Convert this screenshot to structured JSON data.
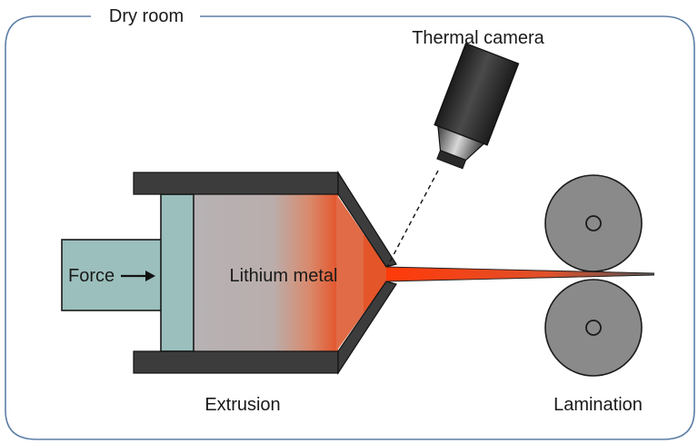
{
  "diagram": {
    "frame_label": "Dry room",
    "camera_label": "Thermal camera",
    "force_label": "Force",
    "material_label": "Lithium metal",
    "extrusion_label": "Extrusion",
    "lamination_label": "Lamination"
  },
  "colors": {
    "frame": "#5b7ea6",
    "piston": "#9bbfbc",
    "barrel": "#3a3a3a",
    "lithium_start": "#b9b4b6",
    "lithium_hot": "#e0552a",
    "roller": "#8a8a8a",
    "camera": "#2e2e2e"
  },
  "icons": [
    "thermal-camera-icon",
    "force-arrow-icon",
    "roller-icon"
  ]
}
